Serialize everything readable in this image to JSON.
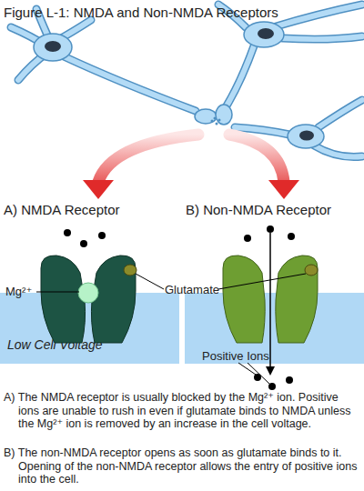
{
  "diagram": {
    "title": "Figure L-1: NMDA and Non-NMDA Receptors",
    "nodes": [
      {
        "text": [
          "Low Cell Voltage"
        ]
      }
    ],
    "labels": [
      "A) NMDA Receptor",
      "B) Non-NMDA Receptor",
      "Mg²⁺",
      "Glutamate",
      "Positive Ions",
      "A) The NMDA receptor is usually blocked by the Mg²⁺ ion. Positive ions are unable to rush in even if glutamate binds to NMDA unless the Mg²⁺ ion is removed by an increase in the cell voltage.",
      "B) The non-NMDA receptor opens as soon as glutamate binds to it. Opening of the non-NMDA receptor allows the entry of positive ions into the cell."
    ]
  }
}
